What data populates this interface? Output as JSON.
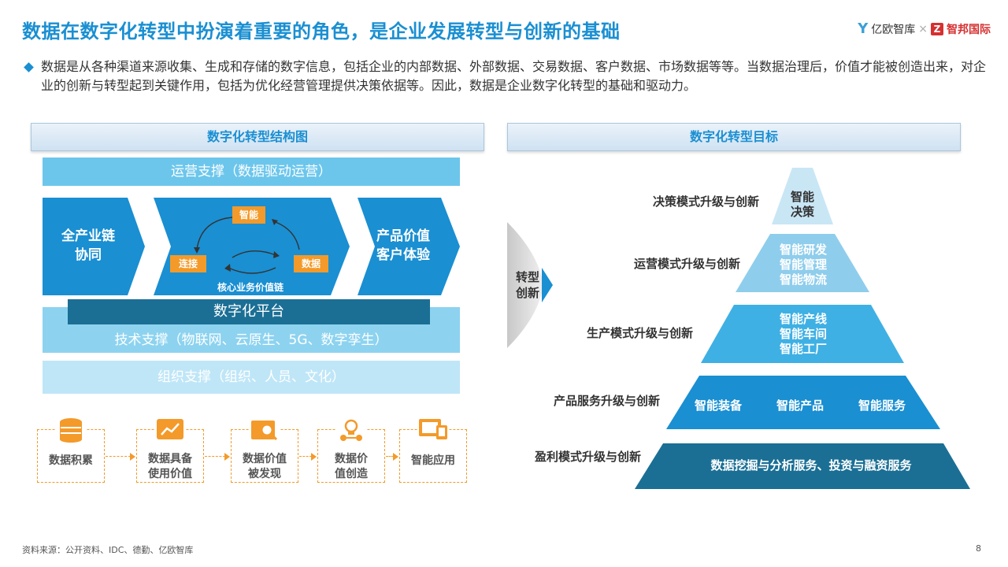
{
  "title": "数据在数字化转型中扮演着重要的角色，是企业发展转型与创新的基础",
  "logos": {
    "yiou": "亿欧智库",
    "cross": "×",
    "zhibang": "智邦国际"
  },
  "intro": "数据是从各种渠道来源收集、生成和存储的数字信息，包括企业的内部数据、外部数据、交易数据、客户数据、市场数据等等。当数据治理后，价值才能被创造出来，对企业的创新与转型起到关键作用，包括为优化经营管理提供决策依据等。因此，数据是企业数字化转型的基础和驱动力。",
  "left": {
    "header": "数字化转型结构图",
    "ops_support": "运营支撑（数据驱动运营）",
    "chain_left": "全产业链\n协同",
    "cycle": {
      "top": "智能",
      "left": "连接",
      "right": "数据",
      "caption": "核心业务价值链"
    },
    "chain_right": "产品价值\n客户体验",
    "platform": "数字化平台",
    "tech_support": "技术支撑（物联网、云原生、5G、数字孪生）",
    "org_support": "组织支撑（组织、人员、文化）",
    "steps": [
      {
        "label": "数据积累",
        "icon": "database-icon"
      },
      {
        "label": "数据具备\n使用价值",
        "icon": "trend-chart-icon"
      },
      {
        "label": "数据价值\n被发现",
        "icon": "magnifier-icon"
      },
      {
        "label": "数据价\n值创造",
        "icon": "lightbulb-gear-icon"
      },
      {
        "label": "智能应用",
        "icon": "devices-icon"
      }
    ]
  },
  "right": {
    "header": "数字化转型目标",
    "transform": "转型\n创新",
    "levels": [
      {
        "left": "决策模式升级与创新",
        "items": [
          "智能\n决策"
        ]
      },
      {
        "left": "运营模式升级与创新",
        "items": [
          "智能研发\n智能管理\n智能物流"
        ]
      },
      {
        "left": "生产模式升级与创新",
        "items": [
          "智能产线\n智能车间\n智能工厂"
        ]
      },
      {
        "left": "产品服务升级与创新",
        "items": [
          "智能装备",
          "智能产品",
          "智能服务"
        ]
      },
      {
        "left": "盈利模式升级与创新",
        "items": [
          "数据挖掘与分析服务、投资与融资服务"
        ]
      }
    ],
    "colors": [
      "#c9e6f5",
      "#8fcdec",
      "#3fb0e4",
      "#1a8fd2",
      "#1b6f95"
    ]
  },
  "footer": "资料来源：公开资料、IDC、德勤、亿欧智库",
  "page_number": "8"
}
